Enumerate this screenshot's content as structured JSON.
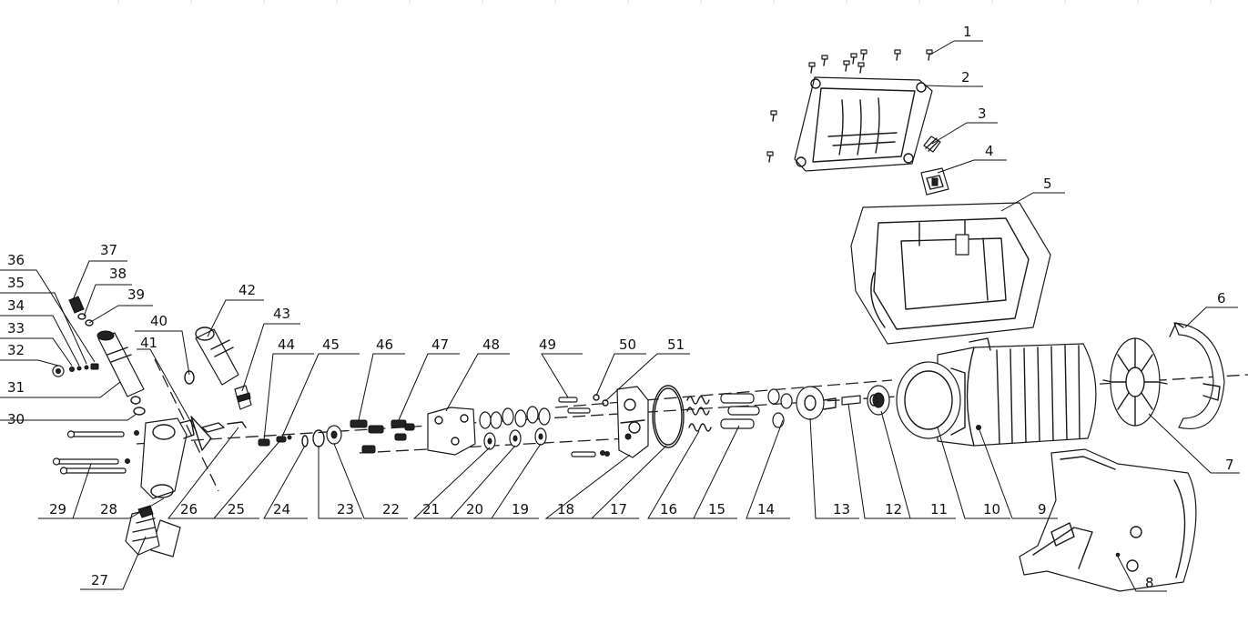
{
  "diagram": {
    "part_labels": [
      "1",
      "2",
      "3",
      "4",
      "5",
      "6",
      "7",
      "8",
      "9",
      "10",
      "11",
      "12",
      "13",
      "14",
      "15",
      "16",
      "17",
      "18",
      "19",
      "20",
      "21",
      "22",
      "23",
      "24",
      "25",
      "26",
      "27",
      "28",
      "29",
      "30",
      "31",
      "32",
      "33",
      "34",
      "35",
      "36",
      "37",
      "38",
      "39",
      "40",
      "41",
      "42",
      "43",
      "44",
      "45",
      "46",
      "47",
      "48",
      "49",
      "50",
      "51"
    ]
  }
}
